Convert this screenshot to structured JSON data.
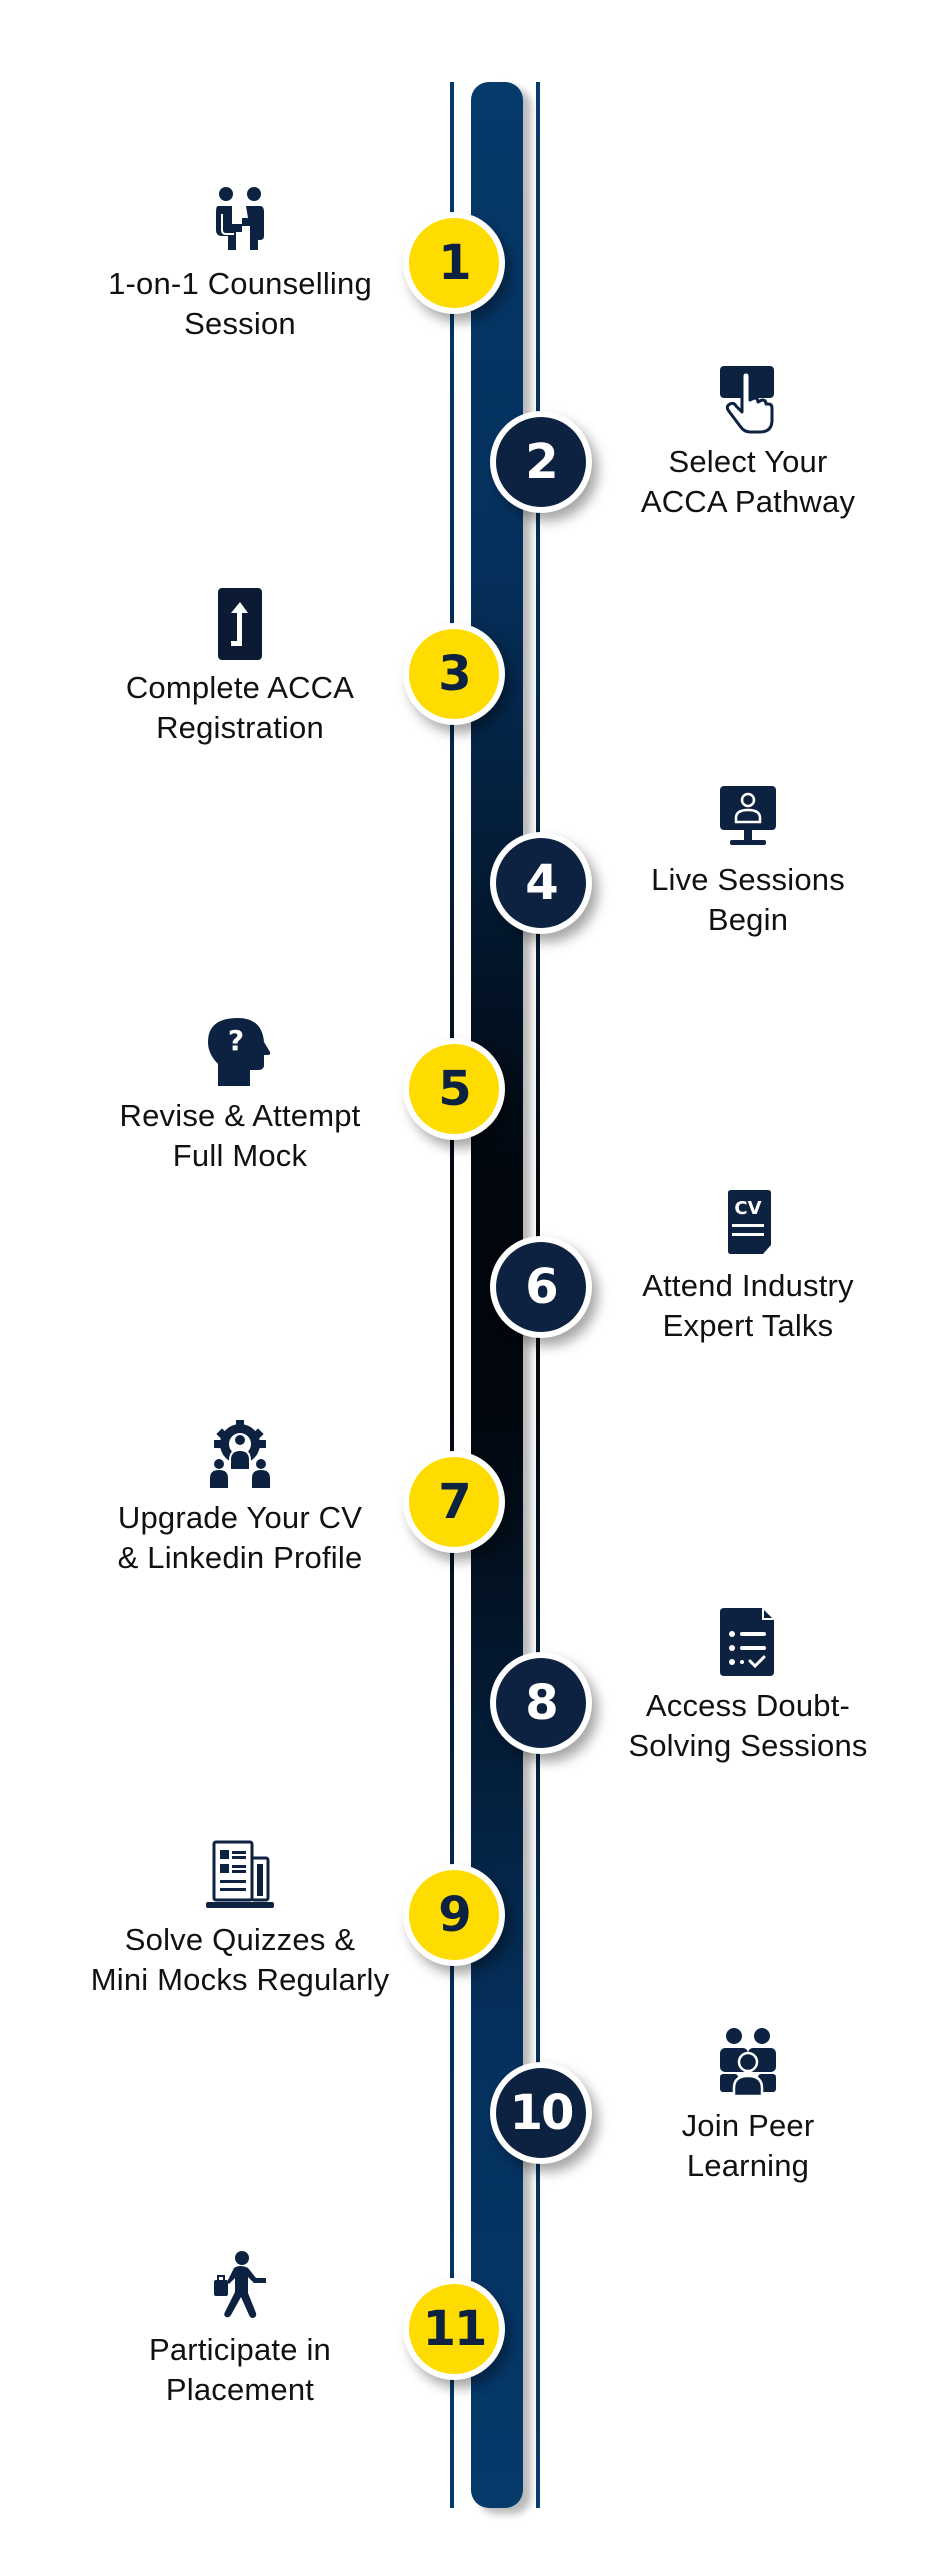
{
  "colors": {
    "navy": "#0d2240",
    "bar_navy": "#063a6b",
    "bar_dark": "#02070e",
    "yellow": "#ffdc00",
    "text": "#111111",
    "background": "#ffffff"
  },
  "steps": [
    {
      "number": "1",
      "side": "left",
      "style": "yellow",
      "icon": "counselling-icon",
      "label_lines": [
        "1-on-1 Counselling",
        "Session"
      ]
    },
    {
      "number": "2",
      "side": "right",
      "style": "navy",
      "icon": "tap-finger-icon",
      "label_lines": [
        "Select Your",
        "ACCA Pathway"
      ]
    },
    {
      "number": "3",
      "side": "left",
      "style": "yellow",
      "icon": "registration-arrow-icon",
      "label_lines": [
        "Complete ACCA",
        "Registration"
      ]
    },
    {
      "number": "4",
      "side": "right",
      "style": "navy",
      "icon": "live-session-monitor-icon",
      "label_lines": [
        "Live Sessions",
        "Begin"
      ]
    },
    {
      "number": "5",
      "side": "left",
      "style": "yellow",
      "icon": "head-question-icon",
      "label_lines": [
        "Revise & Attempt",
        "Full Mock"
      ]
    },
    {
      "number": "6",
      "side": "right",
      "style": "navy",
      "icon": "cv-document-icon",
      "label_lines": [
        "Attend Industry",
        "Expert Talks"
      ]
    },
    {
      "number": "7",
      "side": "left",
      "style": "yellow",
      "icon": "team-gear-icon",
      "label_lines": [
        "Upgrade Your CV",
        "& Linkedin Profile"
      ]
    },
    {
      "number": "8",
      "side": "right",
      "style": "navy",
      "icon": "checklist-document-icon",
      "label_lines": [
        "Access Doubt-",
        "Solving Sessions"
      ]
    },
    {
      "number": "9",
      "side": "left",
      "style": "yellow",
      "icon": "quiz-laptop-icon",
      "label_lines": [
        "Solve Quizzes &",
        "Mini Mocks Regularly"
      ]
    },
    {
      "number": "10",
      "side": "right",
      "style": "navy",
      "icon": "peer-group-icon",
      "label_lines": [
        "Join Peer",
        "Learning"
      ]
    },
    {
      "number": "11",
      "side": "left",
      "style": "yellow",
      "icon": "walking-businessman-icon",
      "label_lines": [
        "Participate in",
        "Placement"
      ]
    }
  ]
}
